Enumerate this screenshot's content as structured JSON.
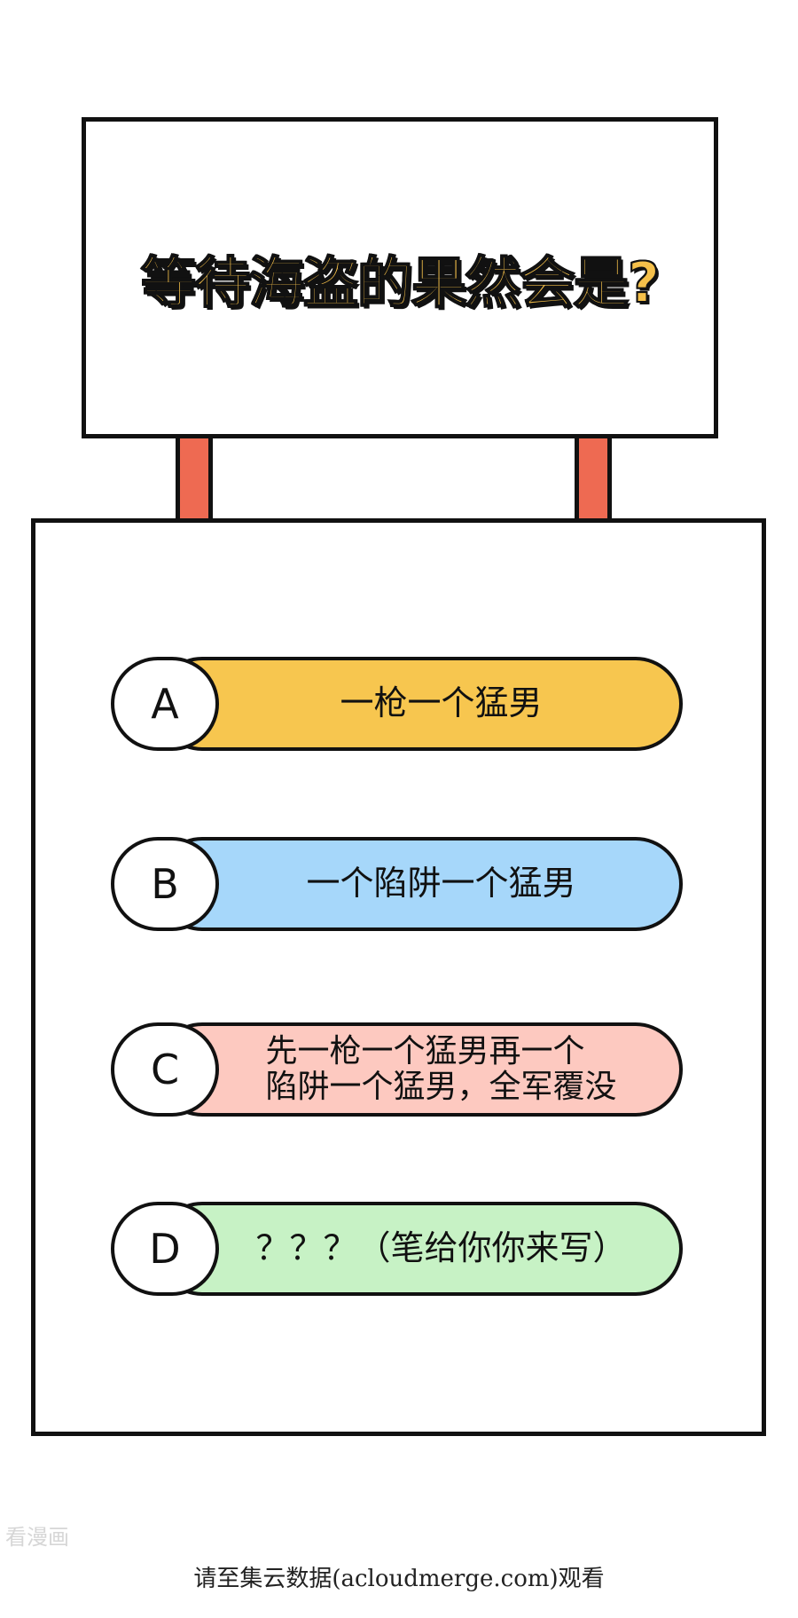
{
  "sign": {
    "title": "等待海盗的果然会是?"
  },
  "options": [
    {
      "letter": "A",
      "text": "一枪一个猛男",
      "color": "#f7c64f"
    },
    {
      "letter": "B",
      "text": "一个陷阱一个猛男",
      "color": "#a6d7fa"
    },
    {
      "letter": "C",
      "line1": "先一枪一个猛男再一个",
      "line2": "陷阱一个猛男，全军覆没",
      "color": "#fdc9c0"
    },
    {
      "letter": "D",
      "text": "？？？（笔给你你来写）",
      "color": "#c7f2c5"
    }
  ],
  "colors": {
    "title_fill": "#f5c04a",
    "post": "#ee6a52",
    "outline": "#111111"
  },
  "watermark": "看漫画",
  "footer": "请至集云数据(acloudmerge.com)观看"
}
